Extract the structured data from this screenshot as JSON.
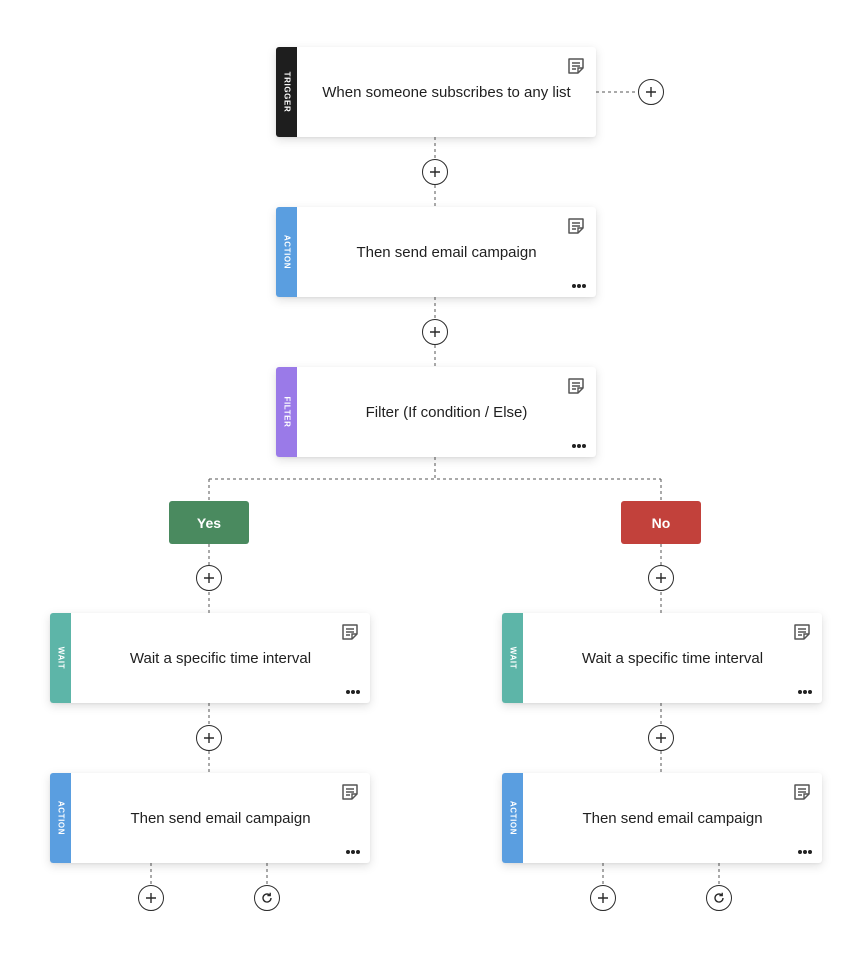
{
  "colors": {
    "trigger": "#1e1e1e",
    "action": "#5a9ee0",
    "filter": "#9a7ae8",
    "wait": "#5db5a8",
    "yes": "#4a8a5f",
    "no": "#c2413b"
  },
  "trigger": {
    "tag": "TRIGGER",
    "title": "When someone subscribes to any list",
    "icon": "note-icon"
  },
  "action_main": {
    "tag": "ACTION",
    "title": "Then send email campaign",
    "icon": "note-icon"
  },
  "filter": {
    "tag": "FILTER",
    "title": "Filter (If condition / Else)",
    "icon": "note-icon"
  },
  "branches": {
    "yes": {
      "label": "Yes"
    },
    "no": {
      "label": "No"
    }
  },
  "yes_path": {
    "wait": {
      "tag": "WAIT",
      "title": "Wait a specific time interval"
    },
    "action": {
      "tag": "ACTION",
      "title": "Then send email campaign"
    }
  },
  "no_path": {
    "wait": {
      "tag": "WAIT",
      "title": "Wait a specific time interval"
    },
    "action": {
      "tag": "ACTION",
      "title": "Then send email campaign"
    }
  },
  "icons": {
    "add": "plus-icon",
    "loop": "refresh-icon",
    "note": "note-icon",
    "more": "more-icon"
  }
}
